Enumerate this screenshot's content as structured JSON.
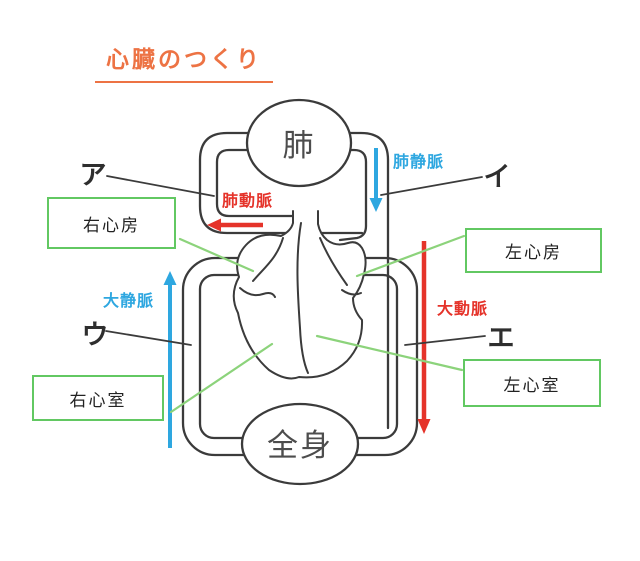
{
  "title": {
    "text": "心臓のつくり"
  },
  "colors": {
    "orange": "#ED7344",
    "red": "#E5332A",
    "blue": "#2EA7E0",
    "green_border": "#62C862",
    "green_line": "#8CD37B",
    "ink": "#3B3B3B",
    "organ_ink": "#4D4D4D"
  },
  "diagram": {
    "organs": {
      "lungs": "肺",
      "body": "全身"
    },
    "boxes": {
      "right_atrium": "右心房",
      "left_atrium": "左心房",
      "right_ventricle": "右心室",
      "left_ventricle": "左心室"
    },
    "vessels": {
      "pulmonary_artery": {
        "label": "肺動脈",
        "color": "red",
        "direction": "left"
      },
      "pulmonary_vein": {
        "label": "肺静脈",
        "color": "blue",
        "direction": "down"
      },
      "vena_cava": {
        "label": "大静脈",
        "color": "blue",
        "direction": "up"
      },
      "aorta": {
        "label": "大動脈",
        "color": "red",
        "direction": "down"
      }
    },
    "option_labels": {
      "a": "ア",
      "i": "イ",
      "u": "ウ",
      "e": "エ"
    }
  }
}
